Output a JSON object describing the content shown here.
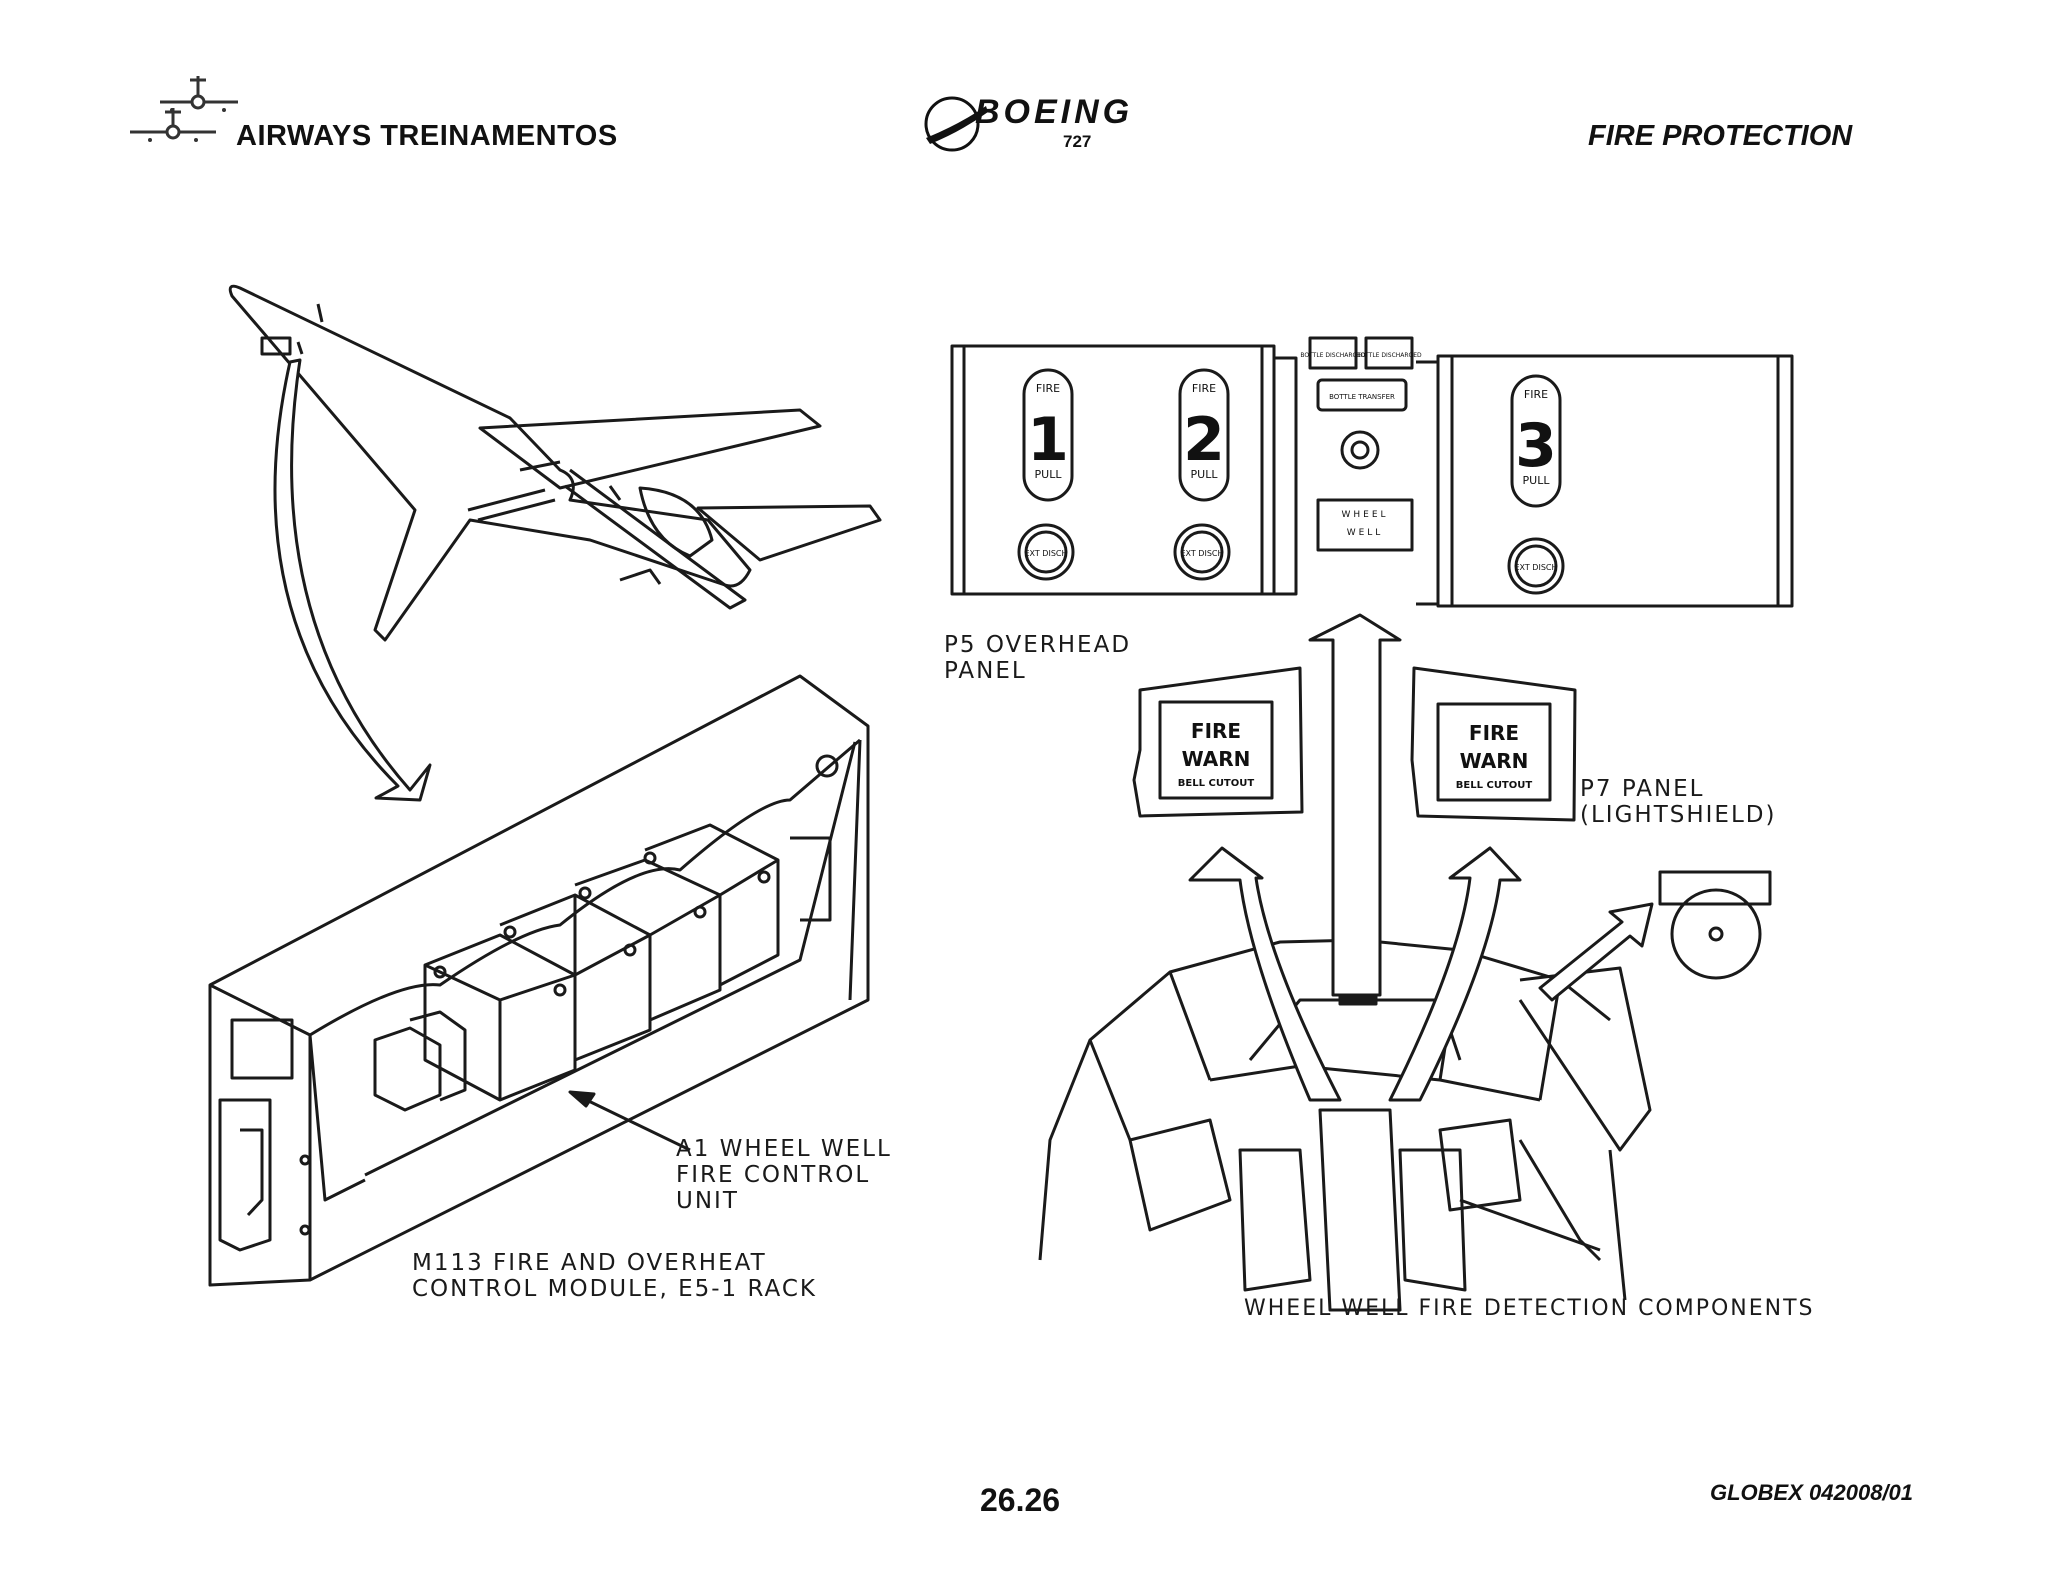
{
  "header": {
    "company": "AIRWAYS  TREINAMENTOS",
    "brand": "BOEING",
    "model": "727",
    "section": "FIRE PROTECTION"
  },
  "figure": {
    "fire_handles": [
      {
        "top": "FIRE",
        "number": "1",
        "bottom": "PULL",
        "disch": "EXT DISCH"
      },
      {
        "top": "FIRE",
        "number": "2",
        "bottom": "PULL",
        "disch": "EXT DISCH"
      },
      {
        "top": "FIRE",
        "number": "3",
        "bottom": "PULL",
        "disch": "EXT DISCH"
      }
    ],
    "bottle_lights": [
      "BOTTLE DISCHARGED",
      "BOTTLE DISCHARGED"
    ],
    "bottle_transfer": "BOTTLE TRANSFER",
    "wheel_well": [
      "WHEEL",
      "WELL"
    ],
    "fire_warn": {
      "line1": "FIRE",
      "line2": "WARN",
      "line3": "BELL CUTOUT"
    },
    "labels": {
      "p5": [
        "P5 OVERHEAD",
        "PANEL"
      ],
      "p7": [
        "P7 PANEL",
        "(LIGHTSHIELD)"
      ],
      "a1": [
        "A1 WHEEL WELL",
        "FIRE CONTROL",
        "UNIT"
      ],
      "m113": [
        "M113 FIRE AND OVERHEAT",
        "CONTROL MODULE, E5-1 RACK"
      ],
      "caption": "WHEEL WELL FIRE DETECTION COMPONENTS"
    }
  },
  "footer": {
    "page": "26.26",
    "code": "GLOBEX 042008/01"
  }
}
